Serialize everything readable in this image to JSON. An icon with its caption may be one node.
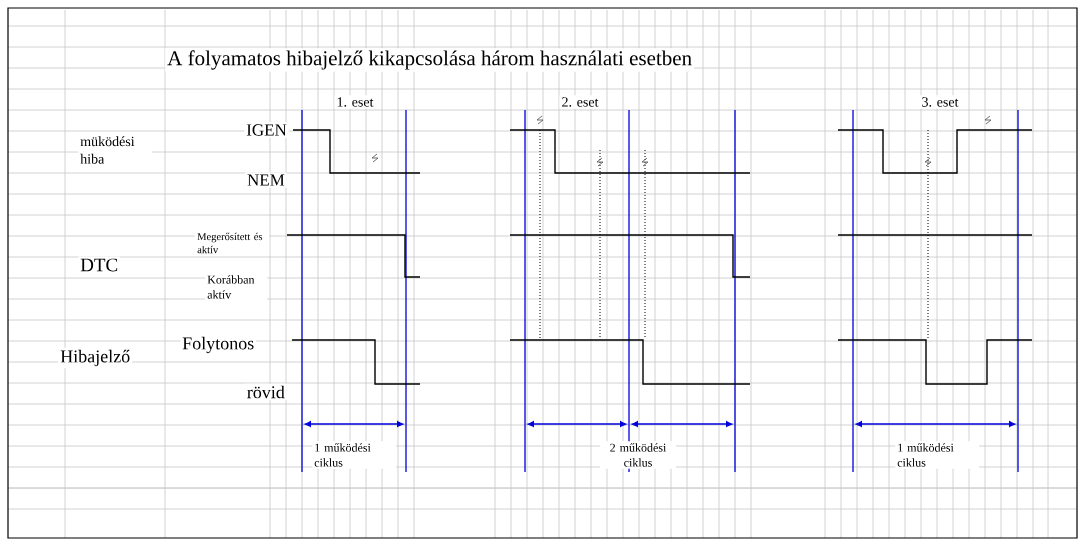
{
  "diagram": {
    "title": "A folyamatos hibajelző kikapcsolása három használati esetben",
    "labels": [
      "1. eset",
      "2. eset",
      "3. eset",
      "müködési hiba",
      "IGEN",
      "NEM",
      "Megerősített és aktív",
      "DTC",
      "Korábban aktív",
      "Hibajelző",
      "Folytonos",
      "rövid",
      "1 működési ciklus",
      "2 működési ciklus",
      "1 működési ciklus"
    ]
  }
}
